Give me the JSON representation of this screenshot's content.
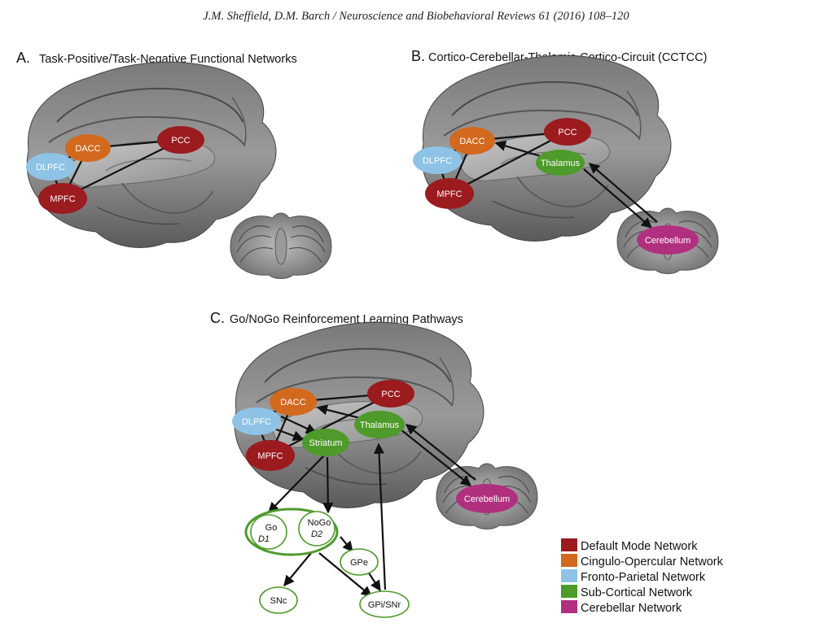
{
  "header": "J.M. Sheffield, D.M. Barch / Neuroscience and Biobehavioral Reviews 61 (2016) 108–120",
  "panels": {
    "a": {
      "letter": "A.",
      "title": "Task-Positive/Task-Negative Functional Networks"
    },
    "b": {
      "letter": "B.",
      "title": "Cortico-Cerebellar-Thalamic-Cortico-Circuit (CCTCC)"
    },
    "c": {
      "letter": "C.",
      "title": "Go/NoGo Reinforcement Learning Pathways"
    }
  },
  "labels": {
    "pcc": "PCC",
    "dacc": "DACC",
    "dlpfc": "DLPFC",
    "mpfc": "MPFC",
    "thalamus": "Thalamus",
    "cerebellum": "Cerebellum",
    "striatum": "Striatum",
    "go": "Go",
    "d1": "D1",
    "nogo": "NoGo",
    "d2": "D2",
    "gpe": "GPe",
    "snc": "SNc",
    "gpi_snr": "GPi/SNr"
  },
  "colors": {
    "default_mode": "#9b1b1f",
    "cingulo_opercular": "#d2691e",
    "fronto_parietal": "#8ec3e6",
    "sub_cortical": "#4e9a2a",
    "cerebellar": "#b0307f"
  },
  "legend": [
    {
      "label": "Default Mode Network",
      "color": "#9b1b1f"
    },
    {
      "label": "Cingulo-Opercular Network",
      "color": "#d2691e"
    },
    {
      "label": "Fronto-Parietal Network",
      "color": "#8ec3e6"
    },
    {
      "label": "Sub-Cortical Network",
      "color": "#4e9a2a"
    },
    {
      "label": "Cerebellar Network",
      "color": "#b0307f"
    }
  ]
}
